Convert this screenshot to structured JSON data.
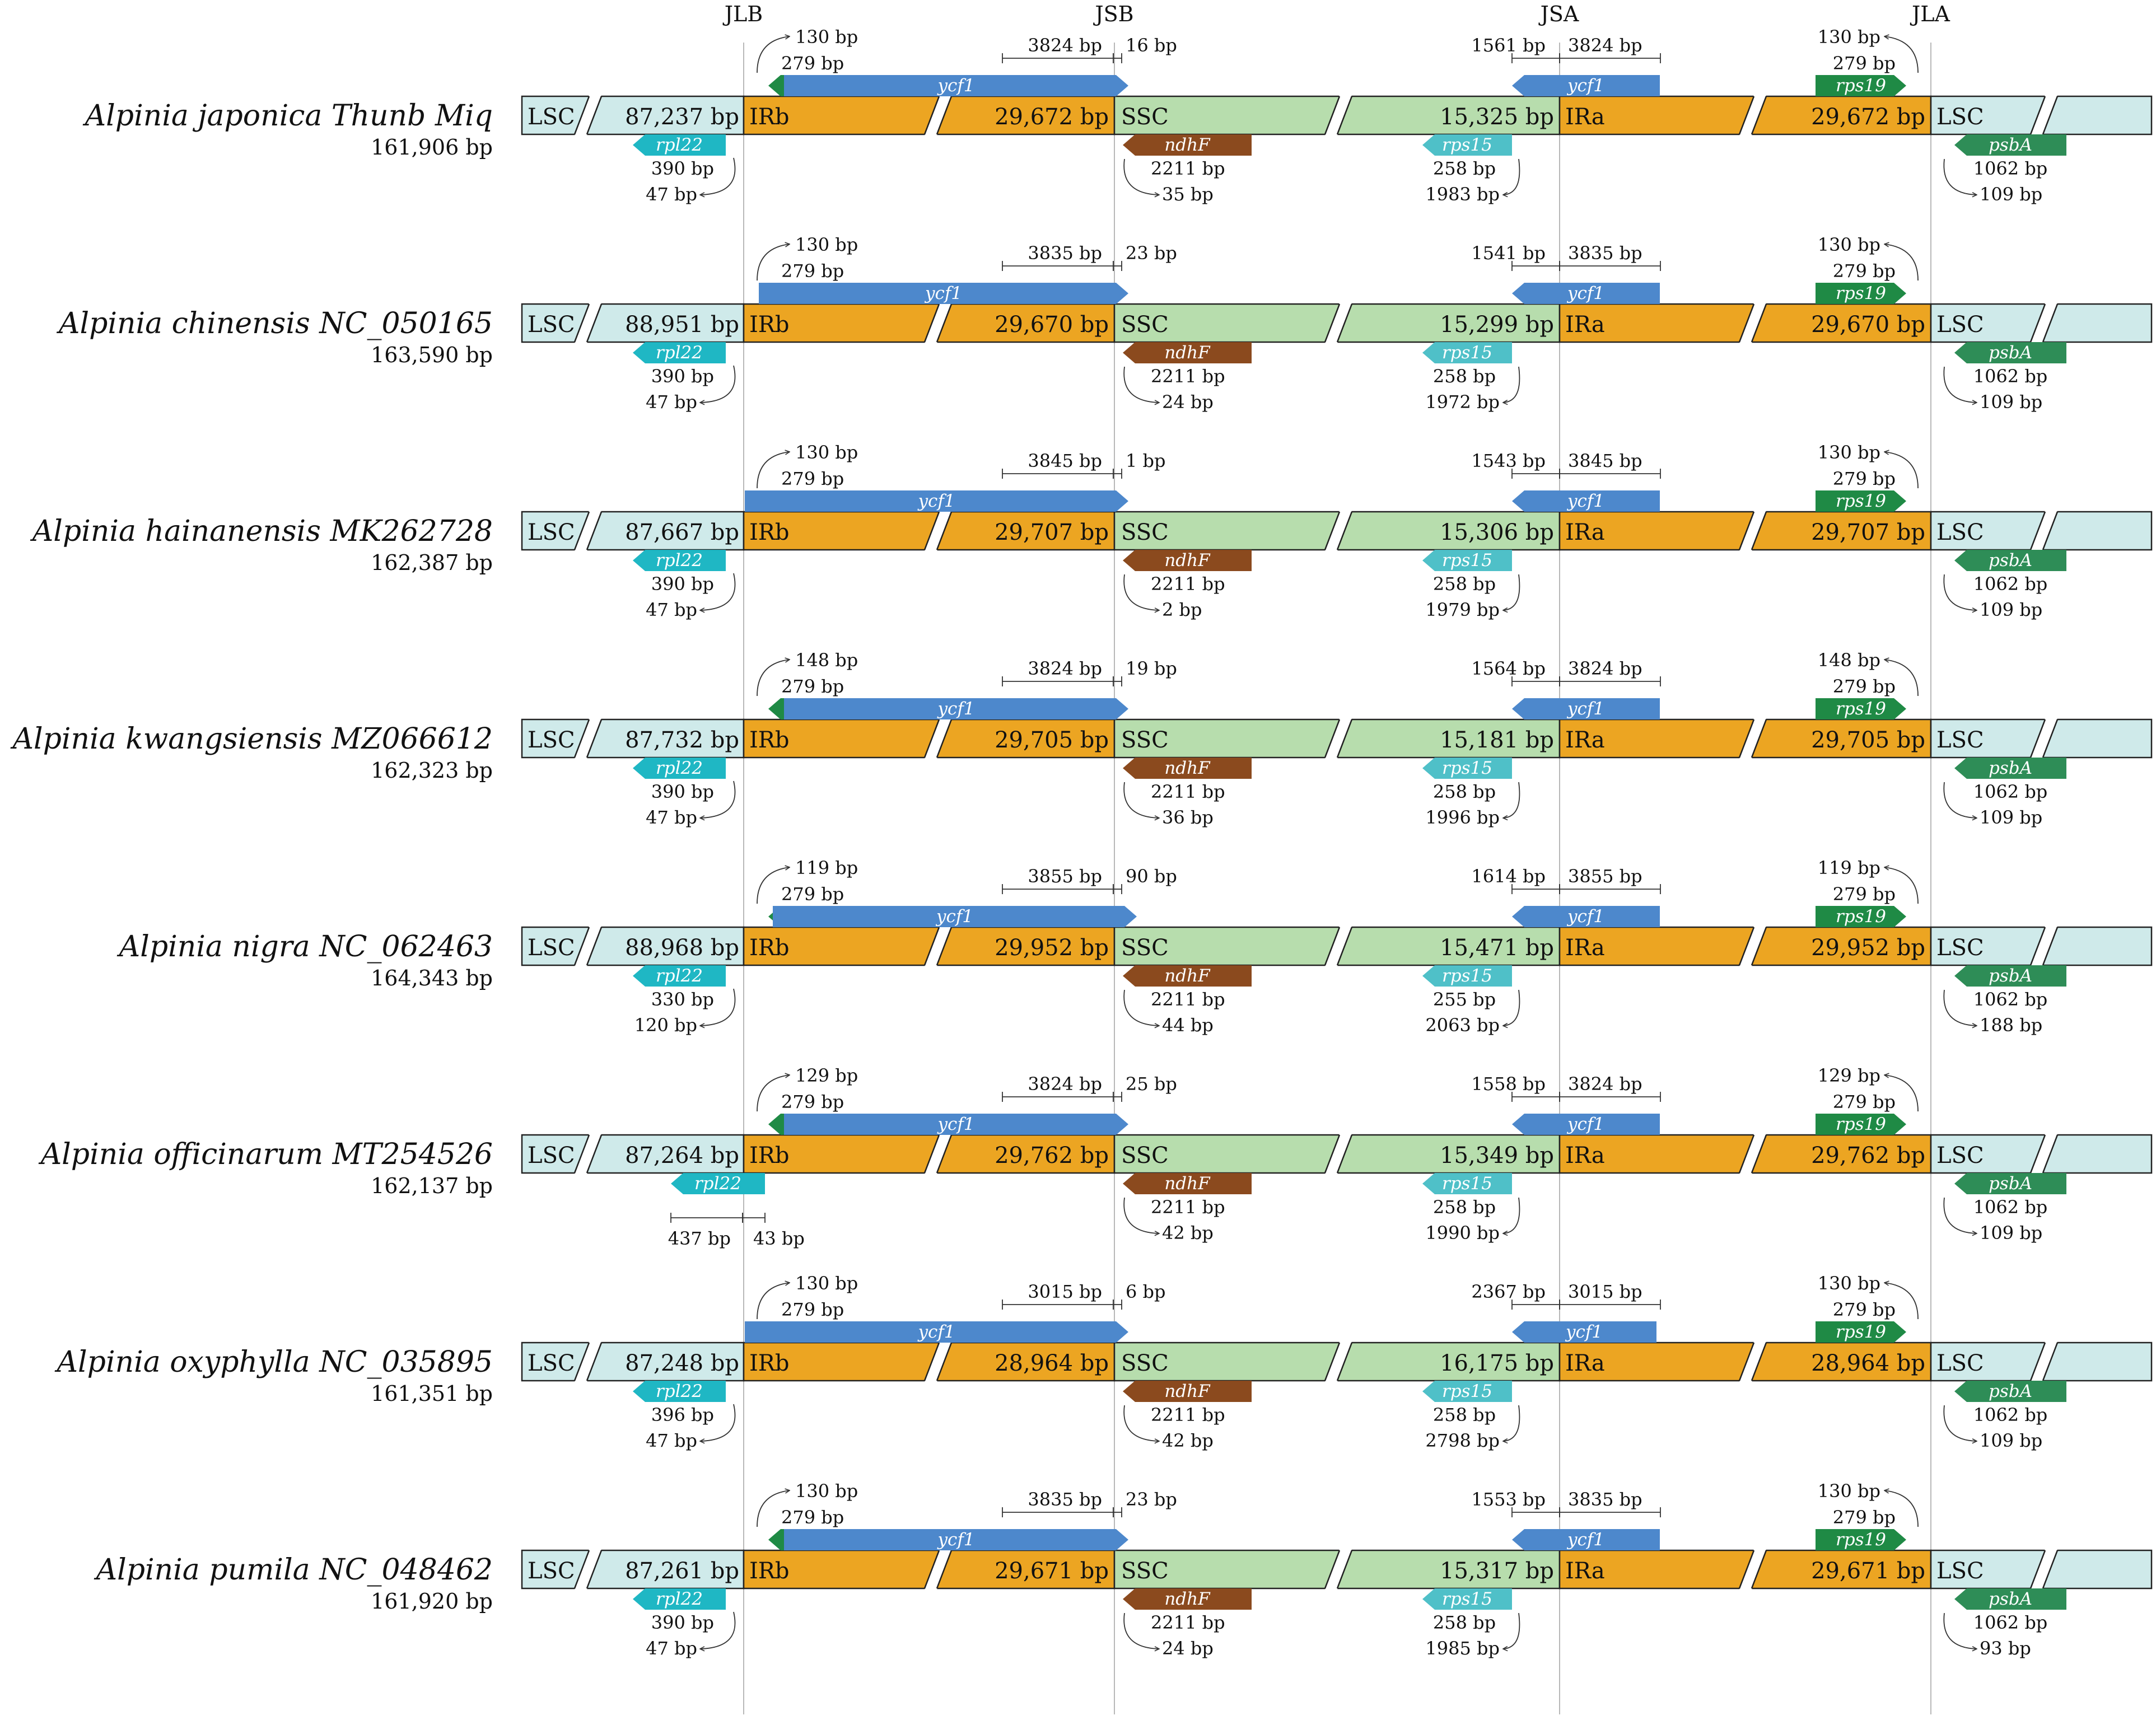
{
  "junctions": [
    "JLB",
    "JSB",
    "JSA",
    "JLA"
  ],
  "region_labels": {
    "lsc": "LSC",
    "irb": "IRb",
    "ssc": "SSC",
    "ira": "IRa"
  },
  "gene_names": {
    "rps19": "rps19",
    "ycf1": "ycf1",
    "rpl22": "rpl22",
    "ndhF": "ndhF",
    "rps15": "rps15",
    "psbA": "psbA"
  },
  "colors": {
    "lsc": "#cfeaea",
    "ir": "#eca522",
    "ssc": "#b7ddad",
    "rps19": "#1f8a45",
    "ycf1": "#4d88cc",
    "rpl22": "#1fb7c4",
    "ndhF": "#8b4a1e",
    "rps15": "#4fc0c8",
    "psbA": "#2e8d57",
    "outline": "#222222",
    "junction_line": "#b8b8b8",
    "text": "#111111"
  },
  "species": [
    {
      "name": "Alpinia japonica Thunb Miq",
      "total": "161,906 bp",
      "lsc": "87,237 bp",
      "ir": "29,672 bp",
      "ssc": "15,325 bp",
      "rps19_in_ir": "130 bp",
      "rps19_len": "279 bp",
      "ycf1_in_ir": "3824 bp",
      "ycf1_in_ssc_b": "16 bp",
      "ycf1_in_ssc_a": "1561 bp",
      "rpl22_len": "390 bp",
      "rpl22_gap": "47 bp",
      "ndhF_len": "2211 bp",
      "ndhF_gap": "35 bp",
      "rps15_len": "258 bp",
      "rps15_gap": "1983 bp",
      "psbA_len": "1062 bp",
      "psbA_gap": "109 bp"
    },
    {
      "name": "Alpinia chinensis NC_050165",
      "total": "163,590 bp",
      "lsc": "88,951 bp",
      "ir": "29,670 bp",
      "ssc": "15,299 bp",
      "rps19_in_ir": "130 bp",
      "rps19_len": "279 bp",
      "ycf1_in_ir": "3835 bp",
      "ycf1_in_ssc_b": "23 bp",
      "ycf1_in_ssc_a": "1541 bp",
      "rpl22_len": "390 bp",
      "rpl22_gap": "47 bp",
      "ndhF_len": "2211 bp",
      "ndhF_gap": "24 bp",
      "rps15_len": "258 bp",
      "rps15_gap": "1972 bp",
      "psbA_len": "1062 bp",
      "psbA_gap": "109 bp"
    },
    {
      "name": "Alpinia hainanensis MK262728",
      "total": "162,387 bp",
      "lsc": "87,667 bp",
      "ir": "29,707 bp",
      "ssc": "15,306 bp",
      "rps19_in_ir": "130 bp",
      "rps19_len": "279 bp",
      "ycf1_in_ir": "3845 bp",
      "ycf1_in_ssc_b": "1 bp",
      "ycf1_in_ssc_a": "1543 bp",
      "rpl22_len": "390 bp",
      "rpl22_gap": "47 bp",
      "ndhF_len": "2211 bp",
      "ndhF_gap": "2 bp",
      "rps15_len": "258 bp",
      "rps15_gap": "1979 bp",
      "psbA_len": "1062 bp",
      "psbA_gap": "109 bp"
    },
    {
      "name": "Alpinia kwangsiensis MZ066612",
      "total": "162,323 bp",
      "lsc": "87,732 bp",
      "ir": "29,705 bp",
      "ssc": "15,181 bp",
      "rps19_in_ir": "148 bp",
      "rps19_len": "279 bp",
      "ycf1_in_ir": "3824 bp",
      "ycf1_in_ssc_b": "19 bp",
      "ycf1_in_ssc_a": "1564 bp",
      "rpl22_len": "390 bp",
      "rpl22_gap": "47 bp",
      "ndhF_len": "2211 bp",
      "ndhF_gap": "36 bp",
      "rps15_len": "258 bp",
      "rps15_gap": "1996 bp",
      "psbA_len": "1062 bp",
      "psbA_gap": "109 bp"
    },
    {
      "name": "Alpinia nigra NC_062463",
      "total": "164,343 bp",
      "lsc": "88,968 bp",
      "ir": "29,952 bp",
      "ssc": "15,471 bp",
      "rps19_in_ir": "119 bp",
      "rps19_len": "279 bp",
      "ycf1_in_ir": "3855 bp",
      "ycf1_in_ssc_b": "90 bp",
      "ycf1_in_ssc_a": "1614 bp",
      "rpl22_len": "330 bp",
      "rpl22_gap": "120 bp",
      "ndhF_len": "2211 bp",
      "ndhF_gap": "44 bp",
      "rps15_len": "255 bp",
      "rps15_gap": "2063 bp",
      "psbA_len": "1062 bp",
      "psbA_gap": "188 bp"
    },
    {
      "name": "Alpinia officinarum MT254526",
      "total": "162,137 bp",
      "lsc": "87,264 bp",
      "ir": "29,762 bp",
      "ssc": "15,349 bp",
      "rps19_in_ir": "129 bp",
      "rps19_len": "279 bp",
      "ycf1_in_ir": "3824 bp",
      "ycf1_in_ssc_b": "25 bp",
      "ycf1_in_ssc_a": "1558 bp",
      "rpl22_len": "437 bp",
      "rpl22_gap": "43 bp",
      "ndhF_len": "2211 bp",
      "ndhF_gap": "42 bp",
      "rps15_len": "258 bp",
      "rps15_gap": "1990 bp",
      "psbA_len": "1062 bp",
      "psbA_gap": "109 bp"
    },
    {
      "name": "Alpinia oxyphylla NC_035895",
      "total": "161,351 bp",
      "lsc": "87,248 bp",
      "ir": "28,964 bp",
      "ssc": "16,175 bp",
      "rps19_in_ir": "130 bp",
      "rps19_len": "279 bp",
      "ycf1_in_ir": "3015 bp",
      "ycf1_in_ssc_b": "6 bp",
      "ycf1_in_ssc_a": "2367 bp",
      "rpl22_len": "396 bp",
      "rpl22_gap": "47 bp",
      "ndhF_len": "2211 bp",
      "ndhF_gap": "42 bp",
      "rps15_len": "258 bp",
      "rps15_gap": "2798 bp",
      "psbA_len": "1062 bp",
      "psbA_gap": "109 bp"
    },
    {
      "name": "Alpinia pumila NC_048462",
      "total": "161,920 bp",
      "lsc": "87,261 bp",
      "ir": "29,671 bp",
      "ssc": "15,317 bp",
      "rps19_in_ir": "130 bp",
      "rps19_len": "279 bp",
      "ycf1_in_ir": "3835 bp",
      "ycf1_in_ssc_b": "23 bp",
      "ycf1_in_ssc_a": "1553 bp",
      "rpl22_len": "390 bp",
      "rpl22_gap": "47 bp",
      "ndhF_len": "2211 bp",
      "ndhF_gap": "24 bp",
      "rps15_len": "258 bp",
      "rps15_gap": "1985 bp",
      "psbA_len": "1062 bp",
      "psbA_gap": "93 bp"
    }
  ]
}
